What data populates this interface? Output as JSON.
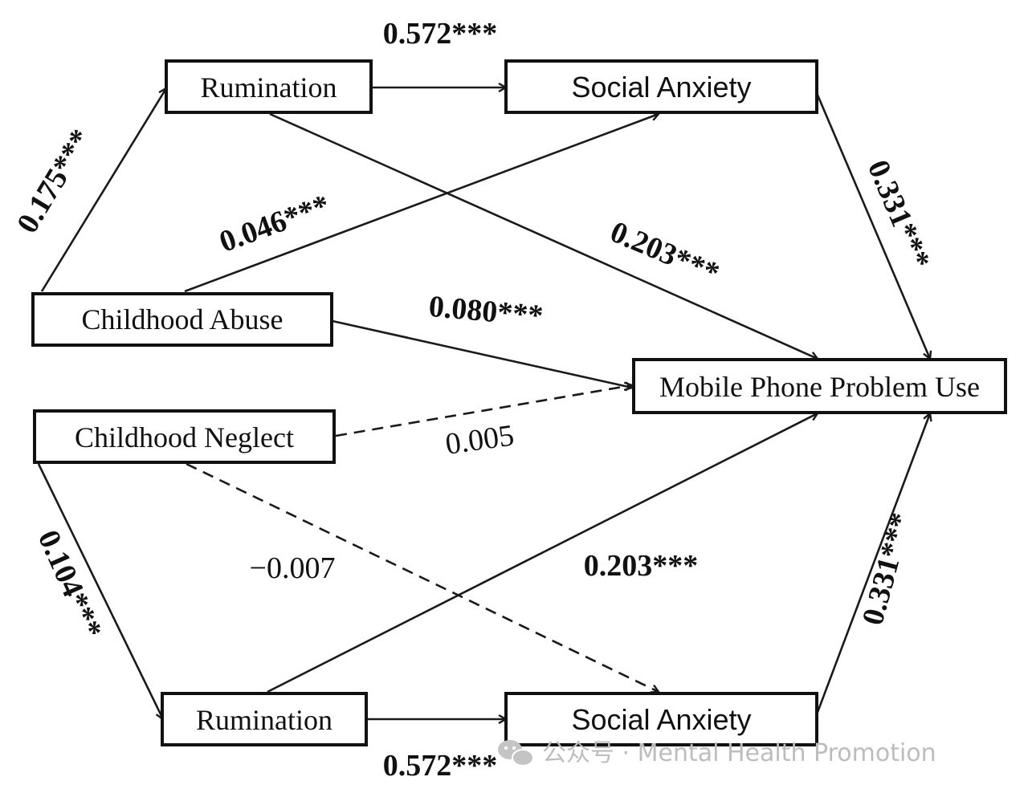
{
  "nodes": {
    "rumination_top": "Rumination",
    "social_anxiety_top": "Social Anxiety",
    "childhood_abuse": "Childhood Abuse",
    "childhood_neglect": "Childhood Neglect",
    "mobile_phone_problem_use": "Mobile Phone Problem Use",
    "rumination_bottom": "Rumination",
    "social_anxiety_bottom": "Social Anxiety"
  },
  "coefficients": {
    "rumination_to_social_anxiety_top": "0.572***",
    "abuse_to_rumination": "0.175***",
    "abuse_to_social_anxiety": "0.046***",
    "rumination_to_mppu_top": "0.203***",
    "social_anxiety_to_mppu_top": "0.331***",
    "abuse_to_mppu": "0.080***",
    "neglect_to_mppu": "0.005",
    "neglect_to_social_anxiety": "−0.007",
    "neglect_to_rumination": "0.104***",
    "rumination_to_mppu_bottom": "0.203***",
    "social_anxiety_to_mppu_bottom": "0.331***",
    "rumination_to_social_anxiety_bottom": "0.572***"
  },
  "watermark": {
    "text": "公众号 · Mental Health Promotion",
    "icon": "wechat-icon"
  }
}
